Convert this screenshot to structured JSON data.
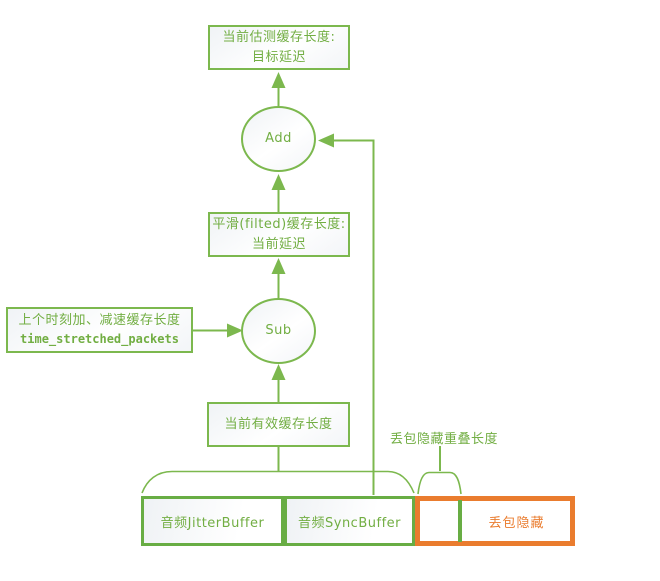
{
  "diagram": {
    "title": "audio-jitter-buffer-delay-estimation-flow",
    "colors": {
      "line_green": "#7cb84e",
      "text_green": "#72ae43",
      "thick_border_green": "#68ad44",
      "orange": "#ea7c2e",
      "background": "#ffffff"
    },
    "nodes": {
      "estimated_buffer_box": {
        "line1": "当前估测缓存长度:",
        "line2": "目标延迟"
      },
      "add_node": {
        "label": "Add"
      },
      "smoothed_buffer_box": {
        "line1": "平滑(filted)缓存长度:",
        "line2": "当前延迟"
      },
      "sub_node": {
        "label": "Sub"
      },
      "time_stretched_box": {
        "line1": "上个时刻加、减速缓存长度",
        "line2": "time_stretched_packets"
      },
      "effective_buffer_box": {
        "label": "当前有效缓存长度"
      },
      "overlap_length_label": {
        "label": "丢包隐藏重叠长度"
      },
      "jitter_buffer_cell": {
        "label": "音频JitterBuffer"
      },
      "sync_buffer_cell": {
        "label": "音频SyncBuffer"
      },
      "packet_loss_cell": {
        "label": "丢包隐藏"
      }
    }
  }
}
